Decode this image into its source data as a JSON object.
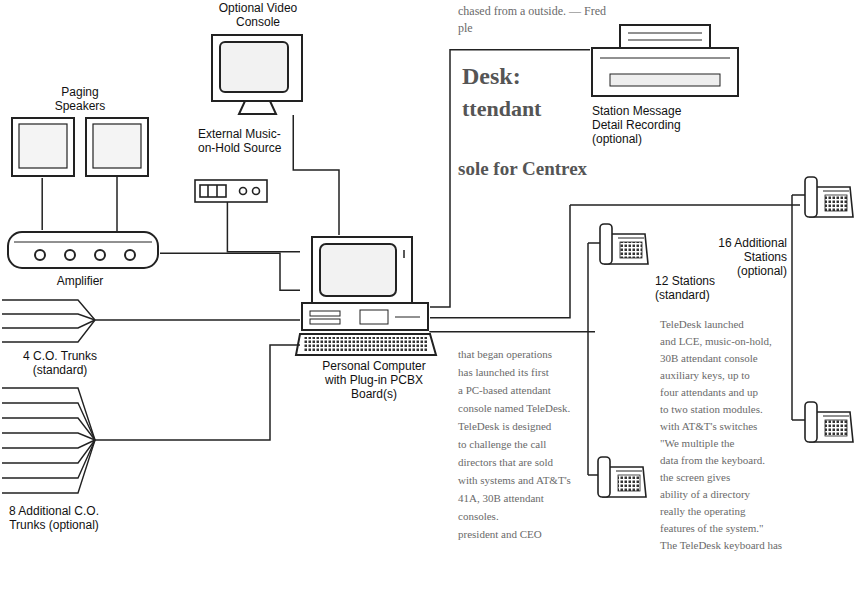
{
  "diagram": {
    "nodes": [
      {
        "text": [
          "Paging Speakers"
        ]
      },
      {
        "text": [
          "Amplifier"
        ]
      },
      {
        "text": [
          "External Music-on-Hold Source"
        ]
      },
      {
        "text": [
          "Optional Video Console"
        ]
      },
      {
        "text": [
          "Personal Computer with Plug-in PCBX Board(s)"
        ]
      },
      {
        "text": [
          "Station Message Detail Recording (optional)"
        ]
      },
      {
        "text": [
          "12 Stations (standard)"
        ]
      },
      {
        "text": [
          "16 Additional Stations (optional)"
        ]
      },
      {
        "text": [
          "4 C.O. Trunks (standard)"
        ]
      },
      {
        "text": [
          "8 Additional C.O. Trunks (optional)"
        ]
      }
    ],
    "edges": [
      {
        "from": 0,
        "to": 1,
        "arrow": "none"
      },
      {
        "from": 1,
        "to": 4,
        "arrow": "none"
      },
      {
        "from": 2,
        "to": 4,
        "arrow": "none"
      },
      {
        "from": 3,
        "to": 4,
        "arrow": "none"
      },
      {
        "from": 4,
        "to": 5,
        "arrow": "none"
      },
      {
        "from": 4,
        "to": 6,
        "arrow": "none"
      },
      {
        "from": 4,
        "to": 7,
        "arrow": "none"
      },
      {
        "from": 8,
        "to": 4,
        "arrow": "none"
      },
      {
        "from": 9,
        "to": 4,
        "arrow": "none"
      }
    ],
    "labels": [
      "chased from a outside. — Fred",
      "ple",
      "Desk:",
      "ttendant",
      "sole for Centrex",
      "that began operations",
      "has launched its first",
      "a PC-based attendant",
      "console named TeleDesk.",
      "TeleDesk is designed",
      "to challenge the call",
      "directors that are sold",
      "with systems and AT&T's",
      "41A, 30B attendant",
      "consoles.",
      "president and CEO",
      "TeleDesk launched",
      "and LCE, music-on-hold,",
      "30B attendant console",
      "auxiliary keys, up to",
      "four attendants and up",
      "to two station modules.",
      "with AT&T's switches",
      "\"We multiple the",
      "data from the keyboard.",
      "the screen gives",
      "ability of a directory",
      "really the operating",
      "features of the system.\"",
      "The TeleDesk keyboard has"
    ]
  }
}
